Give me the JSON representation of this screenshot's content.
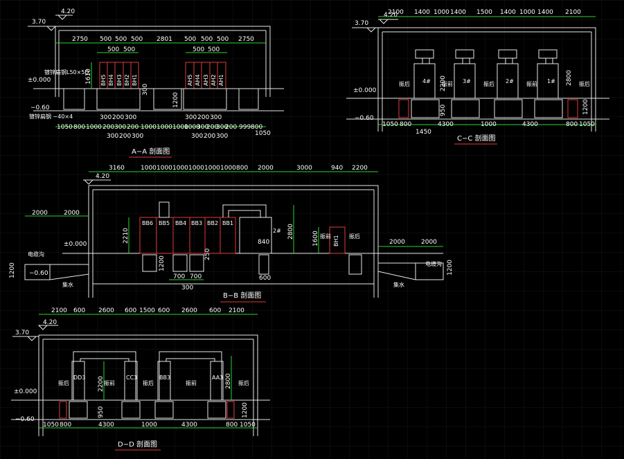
{
  "colors": {
    "background": "#000000",
    "dimension": "#2bd62b",
    "wall": "#e9e9e9",
    "equipment": "#e23a3a",
    "title_underline": "#e23a3a"
  },
  "sections": {
    "aa": {
      "title": "A−A 剖面图",
      "top_dims": [
        "2750",
        "500",
        "500",
        "500",
        "2801",
        "500",
        "500",
        "500",
        "2750"
      ],
      "top_dims2": [
        "500",
        "500",
        "500",
        "500"
      ],
      "levels": [
        "3.70",
        "4.20",
        "±0.000",
        "−0.60"
      ],
      "labels": [
        "BH5",
        "BH4",
        "BH3",
        "BH2",
        "BH1",
        "AH5",
        "AH4",
        "AH3",
        "AH2",
        "AH1"
      ],
      "side_dims": [
        "1610",
        "1200",
        "300"
      ],
      "note1": "镀锌扁钢L50×5D",
      "note2": "镀锌扁钢 −40×4",
      "bot_dims1": [
        "300",
        "200",
        "300",
        "300",
        "200",
        "300"
      ],
      "bot_dims2": [
        "1050",
        "800",
        "1000",
        "200",
        "300",
        "200",
        "1000",
        "1000",
        "1000",
        "1000",
        "300",
        "200",
        "300",
        "200",
        "999",
        "800",
        "1050"
      ],
      "bot_dims3": [
        "300",
        "200",
        "300",
        "300",
        "200",
        "300"
      ]
    },
    "bb": {
      "title": "B−B 剖面图",
      "top_dims": [
        "3160",
        "1000",
        "1000",
        "1000",
        "1000",
        "1000",
        "1000",
        "800",
        "2000",
        "3000",
        "940",
        "2200"
      ],
      "levels": [
        "4.20",
        "±0.000",
        "−0.60"
      ],
      "labels": [
        "BB6",
        "BB5",
        "BB4",
        "BB3",
        "BB2",
        "BB1",
        "2#",
        "BH1",
        "振后",
        "振前"
      ],
      "side_dims": [
        "2210",
        "2800",
        "1600",
        "1200",
        "1200",
        "250",
        "840"
      ],
      "left_dims": [
        "2000",
        "2000"
      ],
      "right_dims": [
        "2000",
        "2000"
      ],
      "left_note": "电缆沟",
      "right_note": "电缆沟",
      "pit_note": "集水",
      "bot_dims": [
        "700",
        "700",
        "300",
        "600"
      ]
    },
    "cc": {
      "title": "C−C 剖面图",
      "top_dims": [
        "2100",
        "1400",
        "1000",
        "1400",
        "1500",
        "1400",
        "1000",
        "1400",
        "2100"
      ],
      "levels": [
        "3.70",
        "4.20",
        "±0.000",
        "−0.60"
      ],
      "labels": [
        "4#",
        "3#",
        "2#",
        "1#",
        "振后",
        "振前",
        "振后",
        "振前",
        "振后"
      ],
      "side_dims": [
        "2200",
        "2800",
        "950",
        "1200"
      ],
      "bot_dims": [
        "1050",
        "800",
        "4300",
        "1000",
        "4300",
        "800",
        "1050",
        "1450"
      ]
    },
    "dd": {
      "title": "D−D 剖面图",
      "top_dims": [
        "2100",
        "600",
        "2600",
        "600",
        "1500",
        "600",
        "2600",
        "600",
        "2100"
      ],
      "levels": [
        "3.70",
        "4.20",
        "±0.000",
        "−0.60"
      ],
      "labels": [
        "DD3",
        "CC3",
        "BB3",
        "AA3",
        "振后",
        "振前",
        "振后",
        "振前",
        "振后"
      ],
      "side_dims": [
        "2200",
        "950",
        "2800",
        "1200"
      ],
      "bot_dims": [
        "1050",
        "800",
        "4300",
        "1000",
        "4300",
        "800",
        "1050"
      ]
    }
  }
}
